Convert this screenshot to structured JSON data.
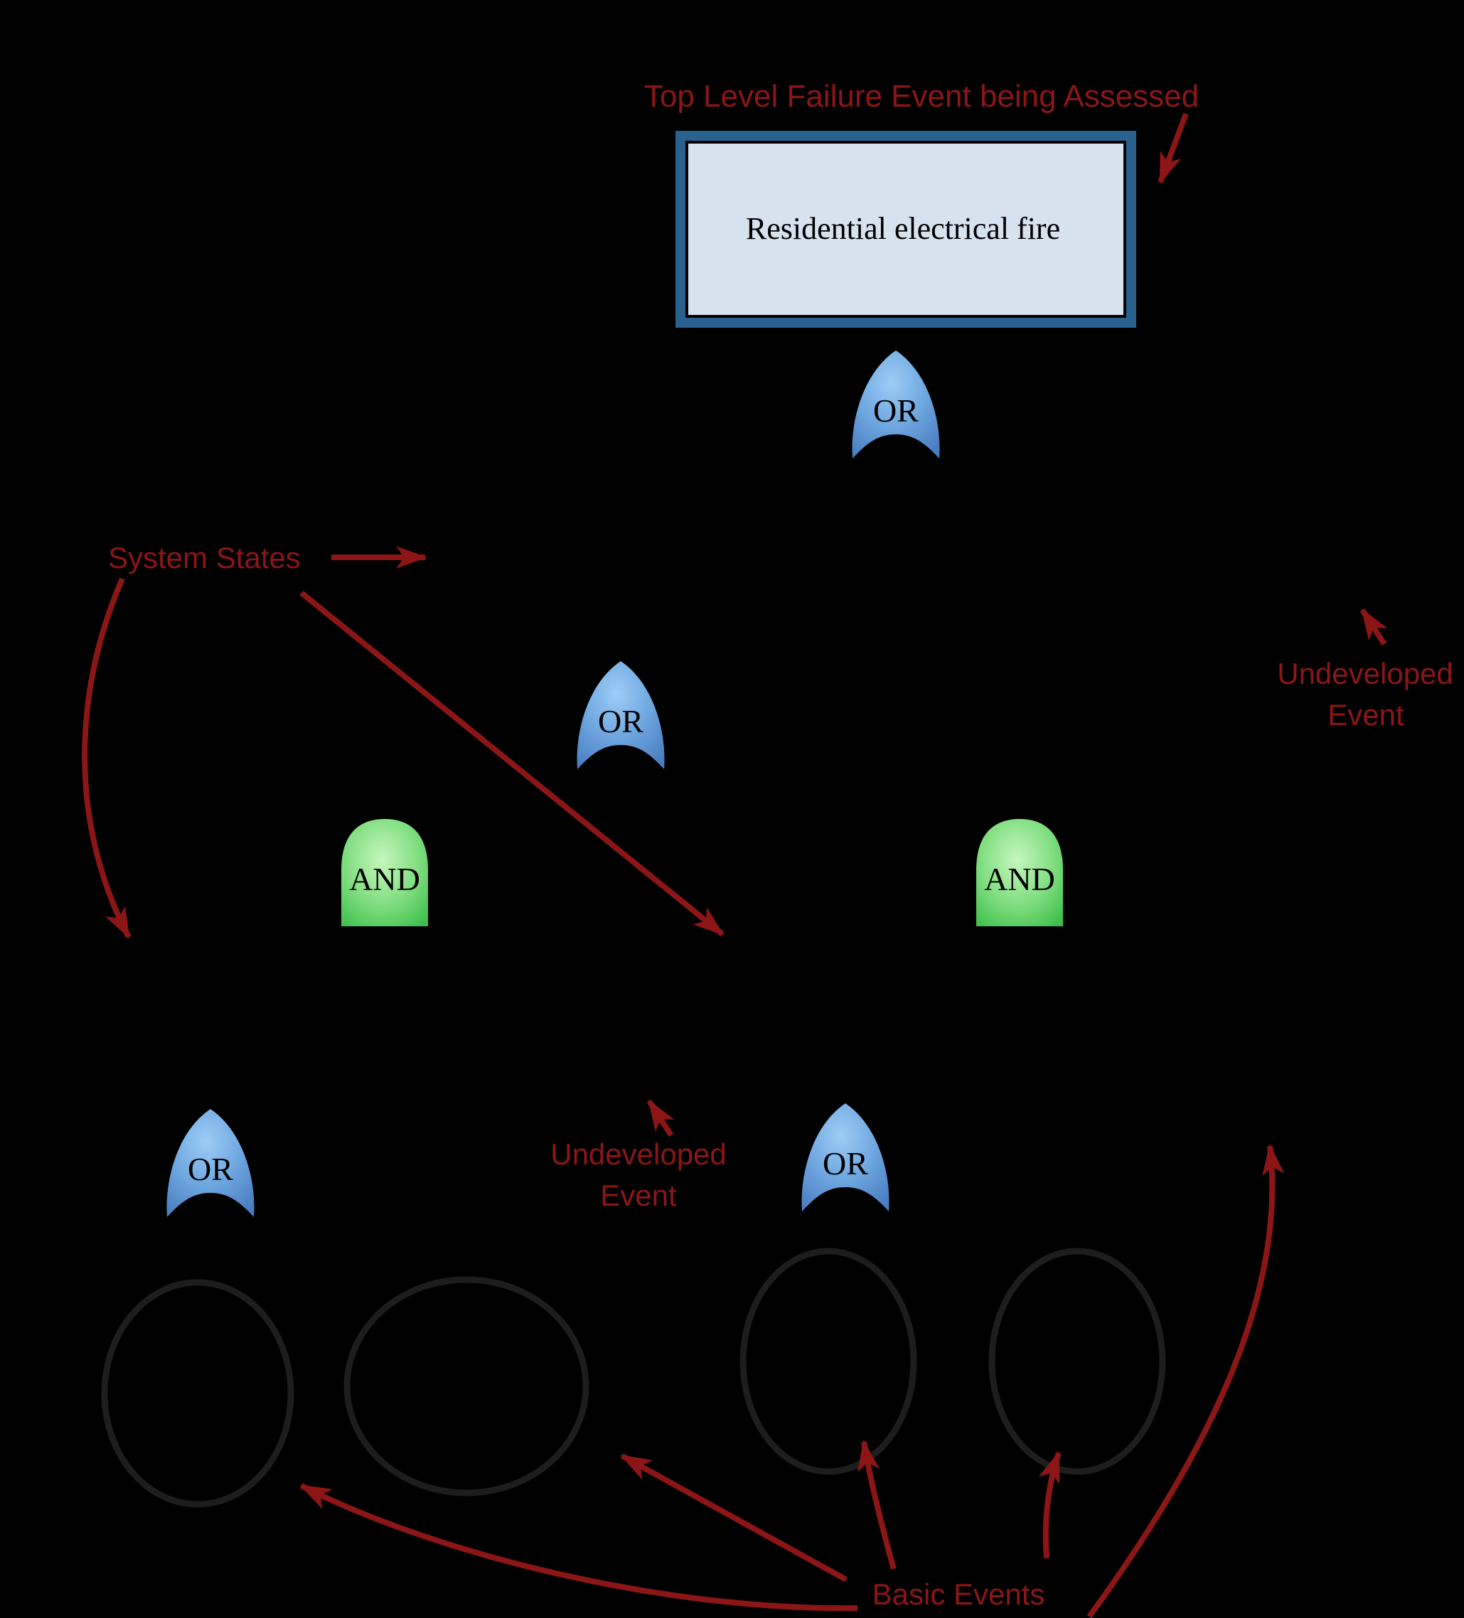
{
  "diagram": {
    "kind": "fault-tree",
    "title_annotation": "Top Level Failure Event being Assessed",
    "top_event": {
      "label": "Residential electrical fire"
    },
    "annotations": {
      "system_states": "System States",
      "undeveloped_event_right": {
        "line1": "Undeveloped",
        "line2": "Event"
      },
      "undeveloped_event_middle": {
        "line1": "Undeveloped",
        "line2": "Event"
      },
      "basic_events": "Basic Events"
    },
    "gates": {
      "top_or": "OR",
      "middle_or": "OR",
      "left_and": "AND",
      "right_and": "AND",
      "bottom_left_or": "OR",
      "bottom_middle_or": "OR"
    },
    "basic_event_circle_count": 4,
    "colors": {
      "background": "#000000",
      "annotation_red": "#8C1616",
      "or_gate_light": "#9CCDF6",
      "or_gate_dark": "#4A7DC0",
      "and_gate_light": "#C6F7BE",
      "and_gate_dark": "#3BBD49",
      "event_box_fill": "#D7E2EF",
      "event_box_border": "#2A628F",
      "event_box_inner_line": "#000000",
      "basic_event_stroke": "#1D1D1D",
      "gate_text": "#000000"
    }
  }
}
